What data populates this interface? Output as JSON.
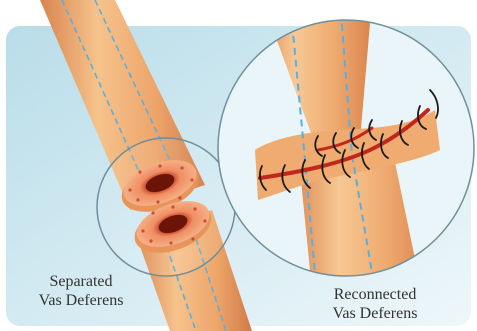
{
  "labels": {
    "separated": {
      "line1": "Separated",
      "line2": "Vas Deferens"
    },
    "reconnected": {
      "line1": "Reconnected",
      "line2": "Vas Deferens"
    }
  },
  "colors": {
    "background_gradient_start": "#b9dde9",
    "background_gradient_end": "#eaf5f9",
    "tube_light": "#f6c38c",
    "tube_mid": "#eda56a",
    "tube_dark": "#d9844d",
    "dashed_line": "#5aaee0",
    "lumen_red": "#c2271c",
    "suture_black": "#1a1a1a",
    "circle_outline": "#6f8f9a",
    "label_text": "#333333"
  }
}
